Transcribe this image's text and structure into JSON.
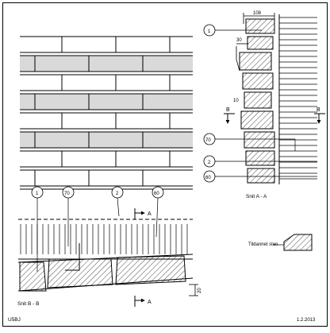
{
  "sheet": {
    "code": "U5BJ",
    "date": "1.2.2013"
  },
  "elevation": {},
  "section_aa": {
    "title": "Snit A - A",
    "dim_width": "108",
    "dim_offset": "30",
    "dim_small": "10",
    "cut_label_left": "B",
    "cut_label_right": "B",
    "callouts": [
      "1",
      "70",
      "2",
      "60"
    ]
  },
  "section_bb": {
    "title": "Snit B - B",
    "cut_label_top": "A",
    "cut_label_bottom": "A",
    "dim_side": "20",
    "callouts": [
      "1",
      "70",
      "2",
      "60"
    ]
  },
  "legend": {
    "label": "Tildannet sten"
  }
}
